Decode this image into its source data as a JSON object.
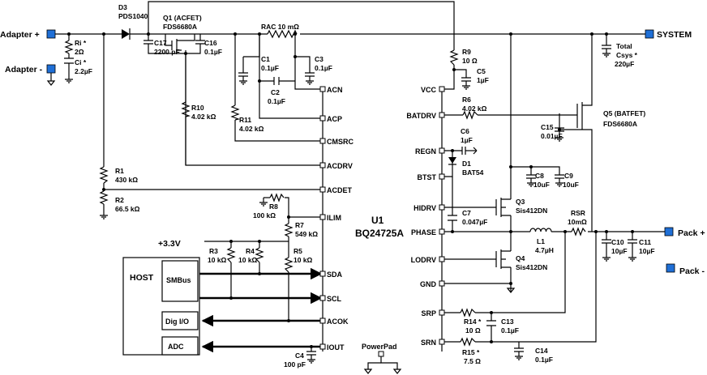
{
  "terminals": {
    "adapter_plus": "Adapter +",
    "adapter_minus": "Adapter -",
    "system": "SYSTEM",
    "pack_plus": "Pack +",
    "pack_minus": "Pack -"
  },
  "supply": {
    "v33": "+3.3V"
  },
  "ic": {
    "refdes": "U1",
    "part": "BQ24725A",
    "left_pins": [
      "ACN",
      "ACP",
      "CMSRC",
      "ACDRV",
      "ACDET",
      "ILIM",
      "SDA",
      "SCL",
      "ACOK",
      "IOUT"
    ],
    "right_pins": [
      "VCC",
      "BATDRV",
      "REGN",
      "BTST",
      "HIDRV",
      "PHASE",
      "LODRV",
      "GND",
      "SRP",
      "SRN"
    ],
    "powerpad": "PowerPad"
  },
  "host": {
    "title": "HOST",
    "smbus": "SMBus",
    "digio": "Dig I/O",
    "adc": "ADC"
  },
  "parts": {
    "d3": [
      "D3",
      "PDS1040"
    ],
    "q1": [
      "Q1 (ACFET)",
      "FDS6680A"
    ],
    "c17": [
      "C17",
      "2200 pF"
    ],
    "c16": [
      "C16",
      "0.1µF"
    ],
    "ri": [
      "Ri *",
      "2Ω"
    ],
    "ci": [
      "Ci *",
      "2.2µF"
    ],
    "rac": [
      "RAC 10 mΩ"
    ],
    "c1": [
      "C1",
      "0.1µF"
    ],
    "c3": [
      "C3",
      "0.1µF"
    ],
    "c2": [
      "C2",
      "0.1µF"
    ],
    "r10": [
      "R10",
      "4.02 kΩ"
    ],
    "r11": [
      "R11",
      "4.02 kΩ"
    ],
    "r1": [
      "R1",
      "430 kΩ"
    ],
    "r2": [
      "R2",
      "66.5 kΩ"
    ],
    "r8": [
      "R8",
      "100 kΩ"
    ],
    "r7": [
      "R7",
      "549 kΩ"
    ],
    "r3": [
      "R3",
      "10 kΩ"
    ],
    "r4": [
      "R4",
      "10 kΩ"
    ],
    "r5": [
      "R5",
      "10 kΩ"
    ],
    "c4": [
      "C4",
      "100 pF"
    ],
    "r9": [
      "R9",
      "10 Ω"
    ],
    "c5": [
      "C5",
      "1µF"
    ],
    "r6": [
      "R6",
      "4.02 kΩ"
    ],
    "c6": [
      "C6",
      "1µF"
    ],
    "d1": [
      "D1",
      "BAT54"
    ],
    "c7": [
      "C7",
      "0.047µF"
    ],
    "c8": [
      "C8",
      "10uF"
    ],
    "c9": [
      "C9",
      "10uF"
    ],
    "q3": [
      "Q3",
      "Sis412DN"
    ],
    "q4": [
      "Q4",
      "Sis412DN"
    ],
    "l1": [
      "L1",
      "4.7µH"
    ],
    "rsr": [
      "RSR",
      "10mΩ"
    ],
    "c10": [
      "C10",
      "10µF"
    ],
    "c11": [
      "C11",
      "10µF"
    ],
    "q5": [
      "Q5 (BATFET)",
      "FDS6680A"
    ],
    "c15": [
      "C15",
      "0.01µF"
    ],
    "csys": [
      "Total",
      "Csys *",
      "220µF"
    ],
    "r14": [
      "R14 *",
      "10 Ω"
    ],
    "c13": [
      "C13",
      "0.1µF"
    ],
    "r15": [
      "R15 *",
      "7.5 Ω"
    ],
    "c14": [
      "C14",
      "0.1µF"
    ]
  }
}
